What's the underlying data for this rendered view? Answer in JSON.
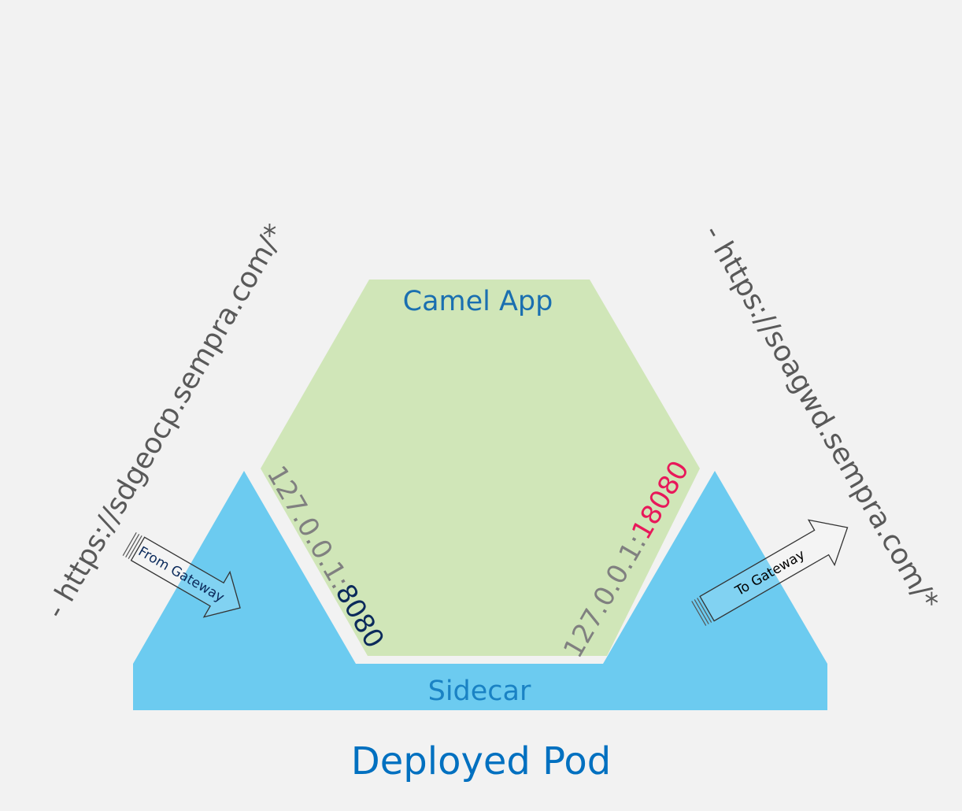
{
  "diagram": {
    "title": "Deployed Pod",
    "camel_app": {
      "label": "Camel App"
    },
    "sidecar": {
      "label": "Sidecar"
    },
    "left_url": "- https://sdgeocp.sempra.com/*",
    "right_url": "- https://soagwd.sempra.com/*",
    "from_gateway": "From Gateway",
    "to_gateway": "To Gateway",
    "left_address": {
      "host": "127.0.0.1:",
      "port": "8080"
    },
    "right_address": {
      "host": "127.0.0.1:",
      "port": "18080"
    }
  },
  "colors": {
    "background": "#f2f2f2",
    "camel_fill": "#d0e6b8",
    "sidecar_fill": "#6ccbf0",
    "title_text": "#0070c0",
    "camel_text": "#1a6fb0",
    "sidecar_text": "#1a82c4",
    "url_text": "#595959",
    "address_text": "#808080",
    "left_port_text": "#0b2a5b",
    "right_port_text": "#e8185a"
  }
}
